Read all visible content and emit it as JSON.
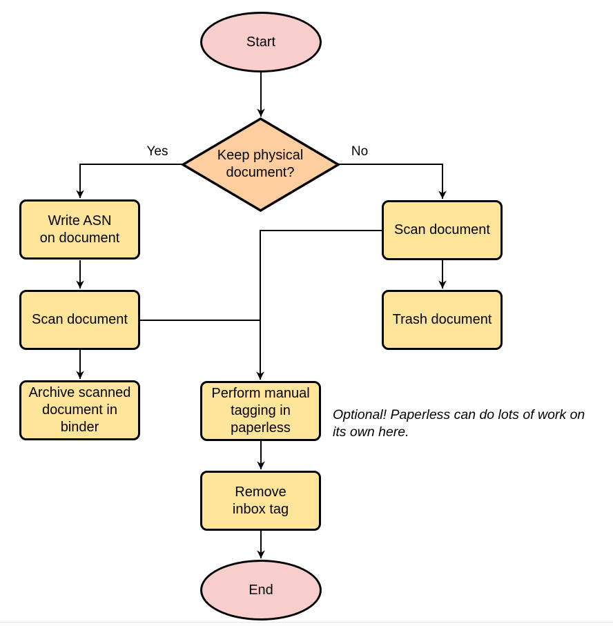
{
  "diagram": {
    "nodes": {
      "start": {
        "label": "Start",
        "type": "terminator"
      },
      "decision": {
        "label": "Keep physical\ndocument?",
        "type": "decision"
      },
      "write_asn": {
        "label": "Write ASN\non document",
        "type": "process"
      },
      "scan_left": {
        "label": "Scan document",
        "type": "process"
      },
      "archive": {
        "label": "Archive scanned\ndocument in\nbinder",
        "type": "process"
      },
      "scan_right": {
        "label": "Scan document",
        "type": "process"
      },
      "trash": {
        "label": "Trash document",
        "type": "process"
      },
      "tagging": {
        "label": "Perform manual\ntagging in\npaperless",
        "type": "process"
      },
      "remove_inbox": {
        "label": "Remove\ninbox tag",
        "type": "process"
      },
      "end": {
        "label": "End",
        "type": "terminator"
      }
    },
    "edge_labels": {
      "yes": "Yes",
      "no": "No"
    },
    "annotation": "Optional! Paperless can do lots of work on\nits own here.",
    "colors": {
      "terminator_fill": "#f8cecc",
      "decision_fill": "#ffce9e",
      "process_fill": "#ffe59a",
      "stroke": "#000000"
    }
  }
}
